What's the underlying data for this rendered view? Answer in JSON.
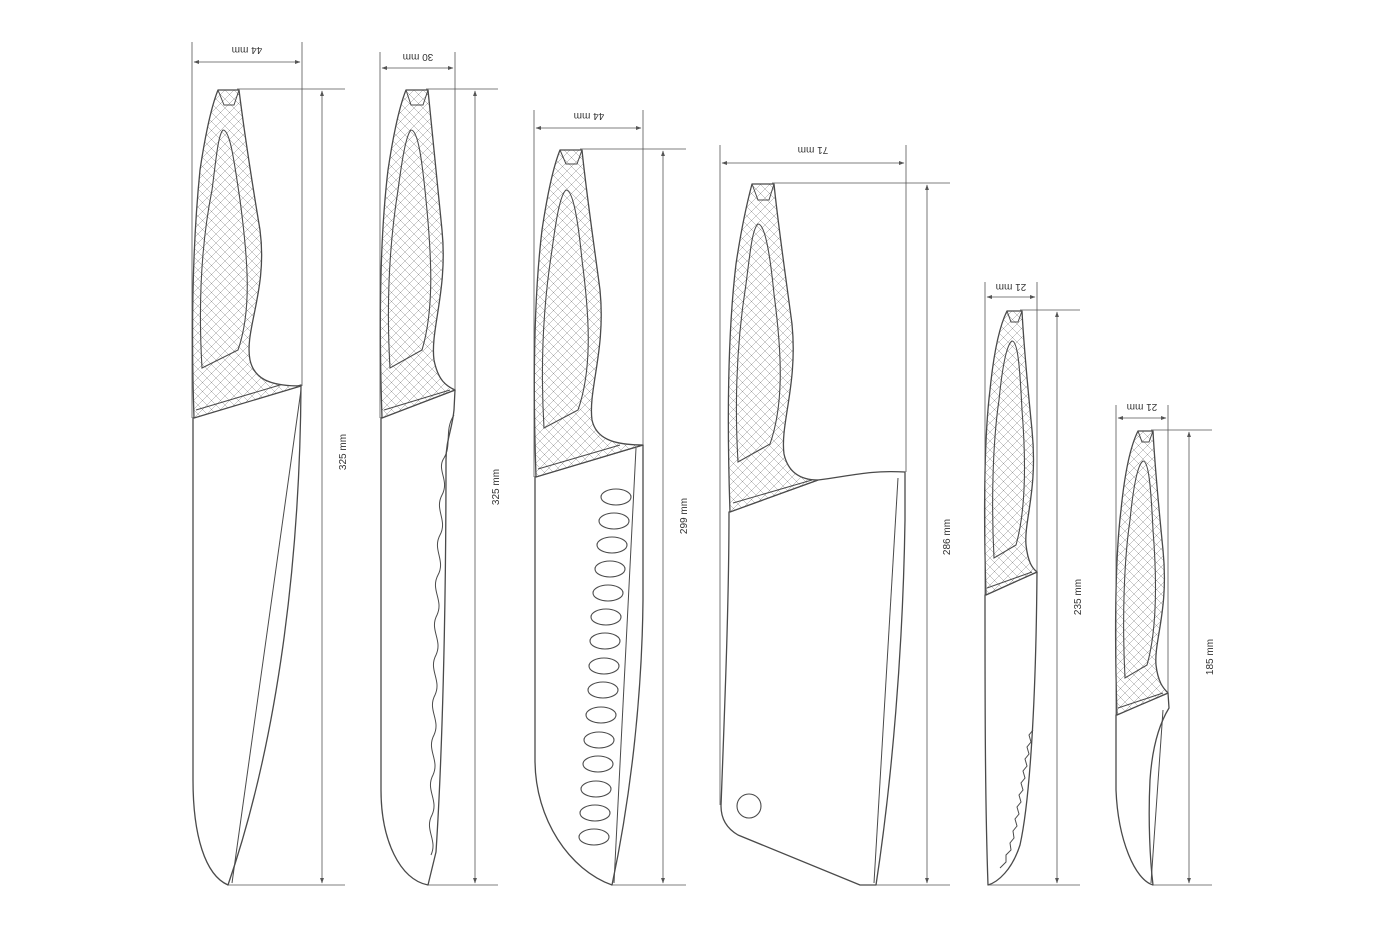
{
  "knives": [
    {
      "name": "chef-knife",
      "width_label": "44 mm",
      "length_label": "325 mm"
    },
    {
      "name": "bread-knife",
      "width_label": "30 mm",
      "length_label": "325 mm"
    },
    {
      "name": "santoku-knife",
      "width_label": "44 mm",
      "length_label": "299 mm"
    },
    {
      "name": "cleaver-knife",
      "width_label": "71 mm",
      "length_label": "286 mm"
    },
    {
      "name": "utility-knife",
      "width_label": "21 mm",
      "length_label": "235 mm"
    },
    {
      "name": "paring-knife",
      "width_label": "21 mm",
      "length_label": "185 mm"
    }
  ]
}
